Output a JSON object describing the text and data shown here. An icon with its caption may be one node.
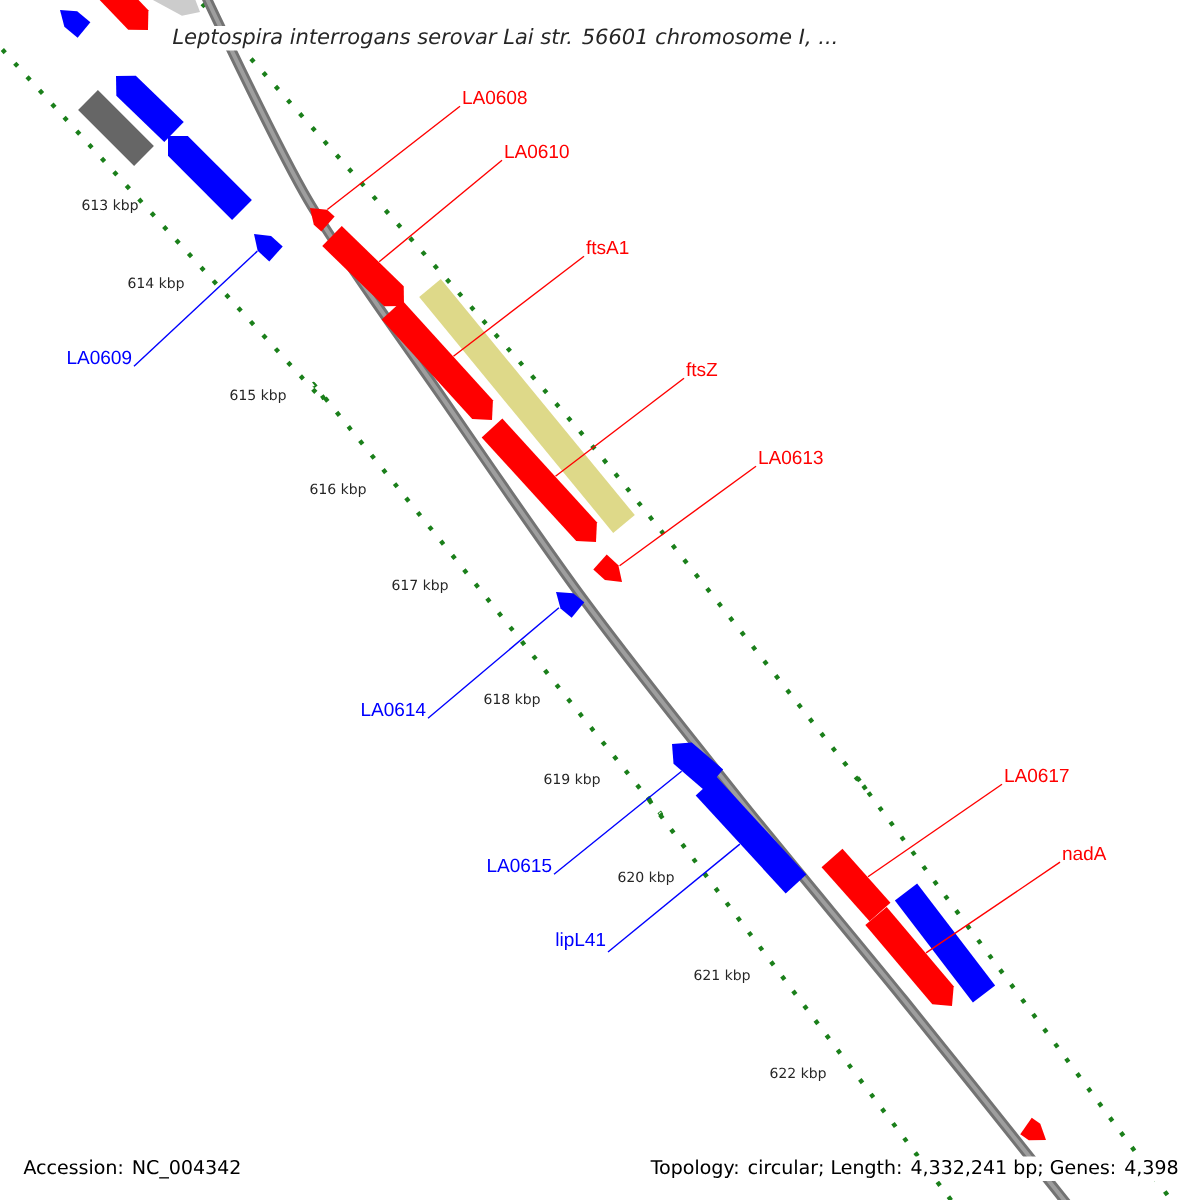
{
  "diagram": {
    "title": "*Leptospira interrogans* serovar Lai str. 56601 chromosome I, ...",
    "nodes": [
      {
        "text": [
          "LA0608"
        ]
      },
      {
        "text": [
          "LA0610"
        ]
      },
      {
        "text": [
          "ftsA1"
        ]
      },
      {
        "text": [
          "ftsZ"
        ]
      },
      {
        "text": [
          "LA0613"
        ]
      },
      {
        "text": [
          "LA0609"
        ]
      },
      {
        "text": [
          "LA0614"
        ]
      },
      {
        "text": [
          "LA0615"
        ]
      },
      {
        "text": [
          "lipL41"
        ]
      },
      {
        "text": [
          "LA0617"
        ]
      },
      {
        "text": [
          "nadA"
        ]
      },
      {
        "text": [],
        "shape": "arrow"
      },
      {
        "text": [],
        "shape": "arrow"
      },
      {
        "text": [],
        "shape": "arrow"
      },
      {
        "text": [],
        "shape": "bar"
      },
      {
        "text": [],
        "shape": "arrow"
      },
      {
        "text": [],
        "shape": "arrow"
      },
      {
        "text": [],
        "shape": "arrow"
      },
      {
        "text": [],
        "shape": "arrow"
      },
      {
        "text": [],
        "shape": "arrow"
      },
      {
        "text": [],
        "shape": "bar"
      },
      {
        "text": [],
        "shape": "arrow"
      },
      {
        "text": [],
        "shape": "arrow"
      },
      {
        "text": [],
        "shape": "arrow"
      },
      {
        "text": [],
        "shape": "arrow"
      },
      {
        "text": [],
        "shape": "arrow"
      },
      {
        "text": [],
        "shape": "bar"
      },
      {
        "text": [],
        "shape": "bar"
      },
      {
        "text": [],
        "shape": "bar"
      },
      {
        "text": [],
        "shape": "arrow"
      },
      {
        "text": [],
        "shape": "arrow"
      }
    ],
    "edges": [
      {
        "from": 0,
        "to": 17,
        "arrow": "none"
      },
      {
        "from": 1,
        "to": 19,
        "arrow": "none"
      },
      {
        "from": 2,
        "to": 21,
        "arrow": "none"
      },
      {
        "from": 3,
        "to": 22,
        "arrow": "none"
      },
      {
        "from": 4,
        "to": 23,
        "arrow": "none"
      },
      {
        "from": 5,
        "to": 18,
        "arrow": "none",
        "color": "#0000ff"
      },
      {
        "from": 6,
        "to": 24,
        "arrow": "none",
        "color": "#0000ff"
      },
      {
        "from": 7,
        "to": 25,
        "arrow": "none",
        "color": "#0000ff"
      },
      {
        "from": 8,
        "to": 26,
        "arrow": "none",
        "color": "#0000ff"
      },
      {
        "from": 9,
        "to": 27,
        "arrow": "none"
      },
      {
        "from": 10,
        "to": 29,
        "arrow": "none"
      }
    ],
    "labels": [
      "613 kbp",
      "614 kbp",
      "615 kbp",
      "616 kbp",
      "617 kbp",
      "618 kbp",
      "619 kbp",
      "620 kbp",
      "621 kbp",
      "622 kbp",
      "Accession: NC_004342",
      "Topology: circular; Length: 4,332,241 bp; Genes: 4,398"
    ]
  }
}
